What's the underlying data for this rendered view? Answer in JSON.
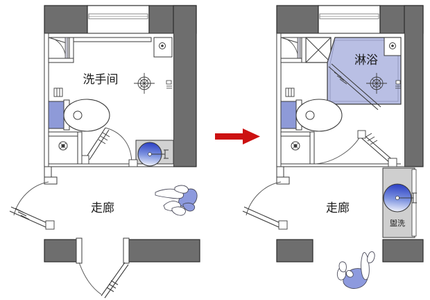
{
  "diagram": {
    "title": "Bathroom layout remodel comparison floor plan",
    "type": "floor-plan-comparison",
    "panels": [
      {
        "id": "before",
        "labels": {
          "room": "洗手间",
          "corridor": "走廊"
        },
        "fixtures": [
          "toilet",
          "washbasin",
          "floor-drain",
          "ceiling-light",
          "door-swing",
          "window"
        ]
      },
      {
        "id": "after",
        "labels": {
          "shower": "淋浴",
          "corridor": "走廊",
          "washbasin_alcove": "盥洗"
        },
        "fixtures": [
          "toilet",
          "shower-enclosure",
          "storage-cabinet",
          "washbasin",
          "floor-drain",
          "ceiling-light",
          "door-swing",
          "window"
        ]
      }
    ],
    "arrow": {
      "direction": "right",
      "color": "#cc1111"
    }
  },
  "colors": {
    "wall_gray": "#6e6e6e",
    "wall_outline": "#2b2b2b",
    "shower_fill": "#b9bfe4",
    "alcove_fill": "#cfcfcf",
    "fixture_blue": "#8e9ad8",
    "sink_blue": "#2b3fc4",
    "person_blue": "#8d9ade",
    "arrow_red": "#cc1111",
    "line": "#3a3a3a",
    "background": "#ffffff"
  }
}
